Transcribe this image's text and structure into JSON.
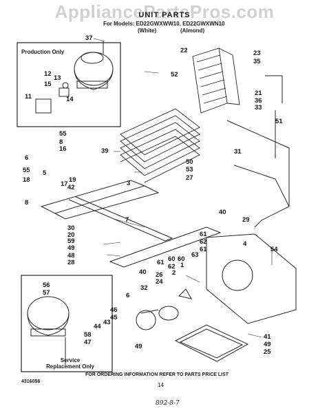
{
  "watermark": "AppliancePartsPros.com",
  "header": {
    "title": "UNIT PARTS",
    "models_line": "For Models: ED22GWXWW10, ED22GWXWN10",
    "color_white": "(White)",
    "color_almond": "(Almond)"
  },
  "boxes": {
    "production_label": "Production Only",
    "service_label": "Service Replacement Only"
  },
  "callouts": [
    {
      "id": "37",
      "text": "37"
    },
    {
      "id": "22",
      "text": "22"
    },
    {
      "id": "23",
      "text": "23"
    },
    {
      "id": "35",
      "text": "35"
    },
    {
      "id": "52",
      "text": "52"
    },
    {
      "id": "12",
      "text": "12"
    },
    {
      "id": "13",
      "text": "13"
    },
    {
      "id": "15",
      "text": "15"
    },
    {
      "id": "11",
      "text": "11"
    },
    {
      "id": "14",
      "text": "14"
    },
    {
      "id": "21",
      "text": "21"
    },
    {
      "id": "36",
      "text": "36"
    },
    {
      "id": "33",
      "text": "33"
    },
    {
      "id": "51",
      "text": "51"
    },
    {
      "id": "55a",
      "text": "55"
    },
    {
      "id": "8a",
      "text": "8"
    },
    {
      "id": "16",
      "text": "16"
    },
    {
      "id": "39",
      "text": "39"
    },
    {
      "id": "6",
      "text": "6"
    },
    {
      "id": "55b",
      "text": "55"
    },
    {
      "id": "5",
      "text": "5"
    },
    {
      "id": "19",
      "text": "19"
    },
    {
      "id": "3",
      "text": "3"
    },
    {
      "id": "31",
      "text": "31"
    },
    {
      "id": "18",
      "text": "18"
    },
    {
      "id": "17",
      "text": "17"
    },
    {
      "id": "42",
      "text": "42"
    },
    {
      "id": "50",
      "text": "50"
    },
    {
      "id": "53",
      "text": "53"
    },
    {
      "id": "27",
      "text": "27"
    },
    {
      "id": "8b",
      "text": "8"
    },
    {
      "id": "30",
      "text": "30"
    },
    {
      "id": "7",
      "text": "7"
    },
    {
      "id": "40a",
      "text": "40"
    },
    {
      "id": "29",
      "text": "29"
    },
    {
      "id": "20",
      "text": "20"
    },
    {
      "id": "59",
      "text": "59"
    },
    {
      "id": "61a",
      "text": "61"
    },
    {
      "id": "62a",
      "text": "62"
    },
    {
      "id": "49a",
      "text": "49"
    },
    {
      "id": "4",
      "text": "4"
    },
    {
      "id": "48",
      "text": "48"
    },
    {
      "id": "61b",
      "text": "61"
    },
    {
      "id": "54",
      "text": "54"
    },
    {
      "id": "28",
      "text": "28"
    },
    {
      "id": "61c",
      "text": "61"
    },
    {
      "id": "63",
      "text": "63"
    },
    {
      "id": "60a",
      "text": "60"
    },
    {
      "id": "60b",
      "text": "60"
    },
    {
      "id": "62b",
      "text": "62"
    },
    {
      "id": "1",
      "text": "1"
    },
    {
      "id": "40b",
      "text": "40"
    },
    {
      "id": "2",
      "text": "2"
    },
    {
      "id": "26",
      "text": "26"
    },
    {
      "id": "24",
      "text": "24"
    },
    {
      "id": "56",
      "text": "56"
    },
    {
      "id": "57",
      "text": "57"
    },
    {
      "id": "32",
      "text": "32"
    },
    {
      "id": "6b",
      "text": "6"
    },
    {
      "id": "46",
      "text": "46"
    },
    {
      "id": "45",
      "text": "45"
    },
    {
      "id": "44",
      "text": "44"
    },
    {
      "id": "43",
      "text": "43"
    },
    {
      "id": "58",
      "text": "58"
    },
    {
      "id": "47",
      "text": "47"
    },
    {
      "id": "41",
      "text": "41"
    },
    {
      "id": "49b",
      "text": "49"
    },
    {
      "id": "49c",
      "text": "49"
    },
    {
      "id": "25",
      "text": "25"
    }
  ],
  "footer": {
    "doc_number": "4316058",
    "ordering_note": "FOR ORDERING INFORMATION REFER TO PARTS PRICE LIST",
    "page_number": "14",
    "handwritten": "892-8-7"
  }
}
